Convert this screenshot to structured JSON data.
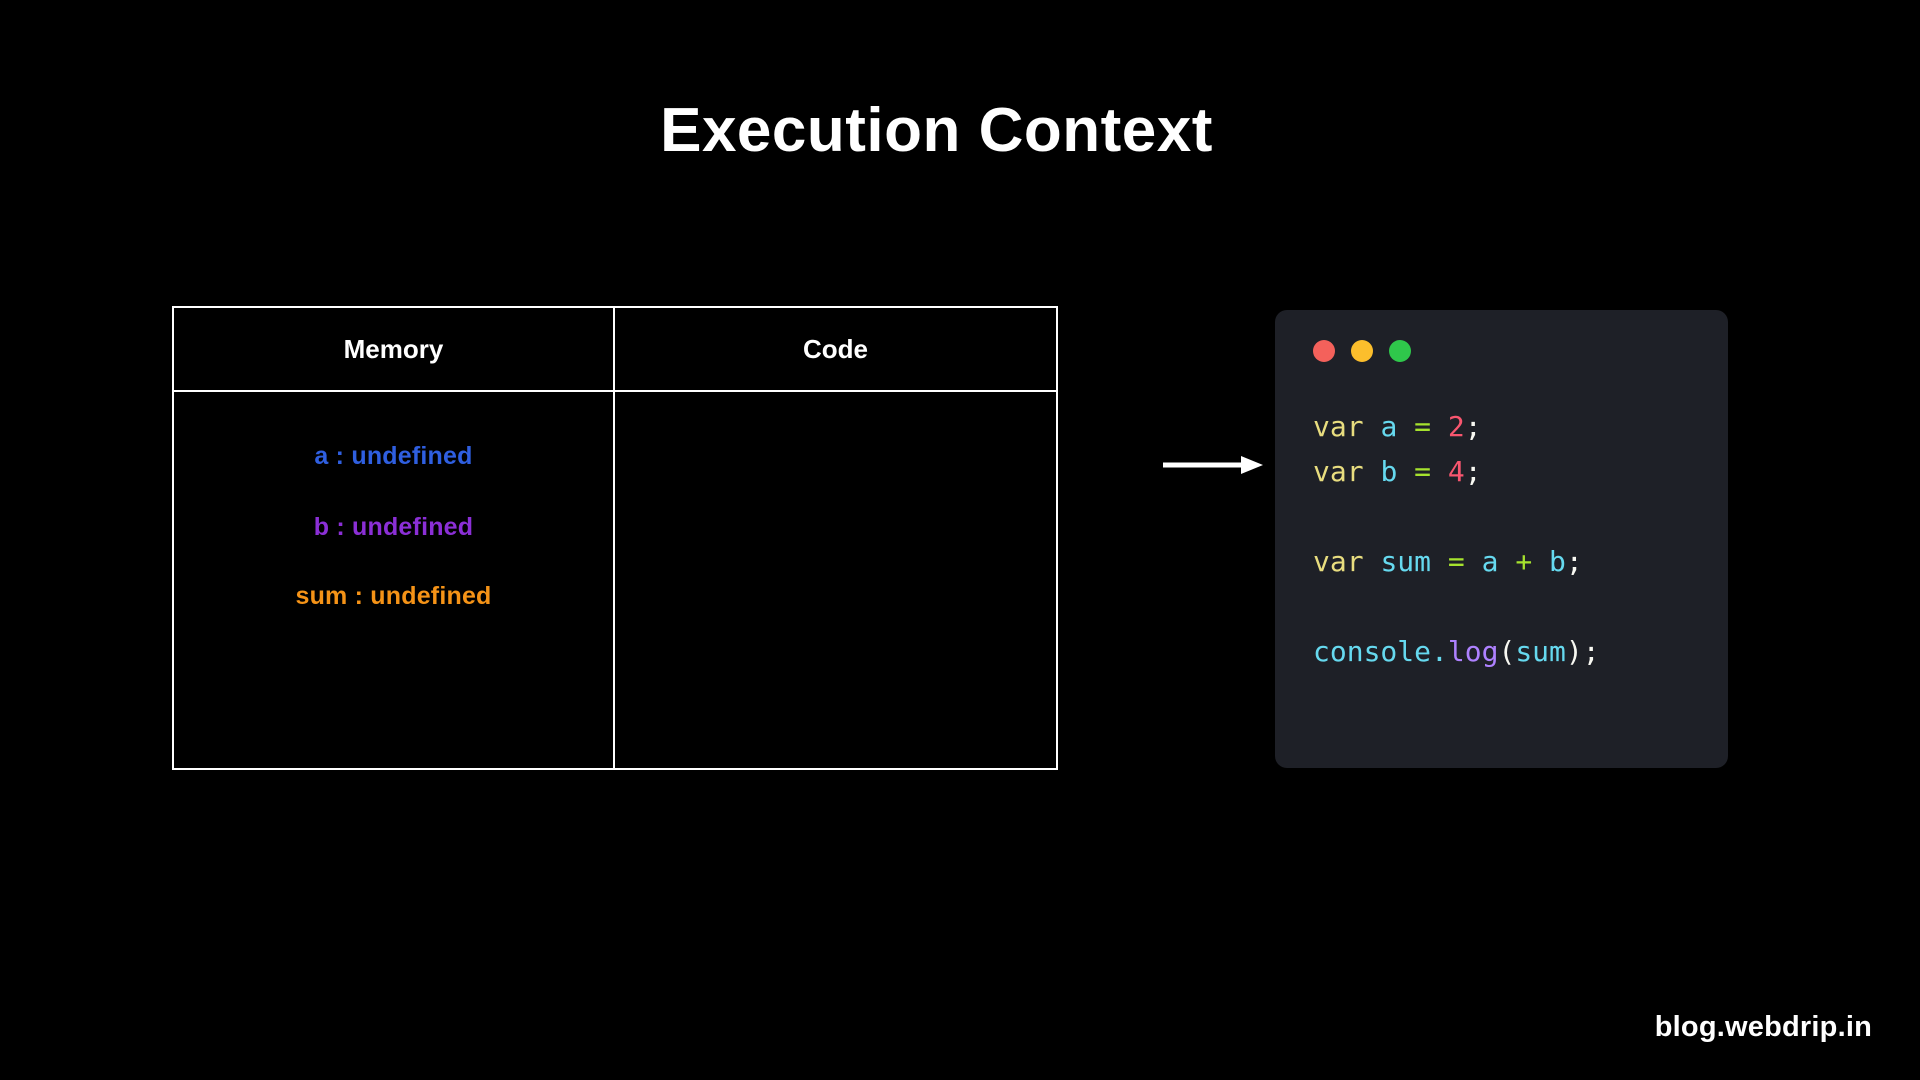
{
  "slide": {
    "title": "Execution Context",
    "background_color": "#000000"
  },
  "execution_context_table": {
    "headers": {
      "memory": "Memory",
      "code": "Code"
    },
    "memory_entries": [
      {
        "name": "a",
        "value": "undefined",
        "text": "a : undefined",
        "color": "#2f5fe0"
      },
      {
        "name": "b",
        "value": "undefined",
        "text": "b : undefined",
        "color": "#8b2fd6"
      },
      {
        "name": "sum",
        "value": "undefined",
        "text": "sum : undefined",
        "color": "#f59317"
      }
    ],
    "code_entries": []
  },
  "flow_arrow": {
    "icon": "arrow-right-icon",
    "direction": "right",
    "color": "#ffffff"
  },
  "code_window": {
    "title_bar": {
      "dots": [
        {
          "name": "close-dot",
          "color": "#f4615b"
        },
        {
          "name": "minimize-dot",
          "color": "#fcbe2c"
        },
        {
          "name": "maximize-dot",
          "color": "#2fc84b"
        }
      ]
    },
    "background_color": "#1e2027",
    "language": "javascript",
    "lines": [
      {
        "index": 0,
        "text": "var a = 2;",
        "tokens": [
          {
            "t": "var",
            "c": "tk-kw"
          },
          {
            "t": " ",
            "c": "tk-punc"
          },
          {
            "t": "a",
            "c": "tk-var"
          },
          {
            "t": " ",
            "c": "tk-punc"
          },
          {
            "t": "=",
            "c": "tk-op"
          },
          {
            "t": " ",
            "c": "tk-punc"
          },
          {
            "t": "2",
            "c": "tk-num"
          },
          {
            "t": ";",
            "c": "tk-punc"
          }
        ]
      },
      {
        "index": 1,
        "text": "var b = 4;",
        "tokens": [
          {
            "t": "var",
            "c": "tk-kw"
          },
          {
            "t": " ",
            "c": "tk-punc"
          },
          {
            "t": "b",
            "c": "tk-var"
          },
          {
            "t": " ",
            "c": "tk-punc"
          },
          {
            "t": "=",
            "c": "tk-op"
          },
          {
            "t": " ",
            "c": "tk-punc"
          },
          {
            "t": "4",
            "c": "tk-num"
          },
          {
            "t": ";",
            "c": "tk-punc"
          }
        ]
      },
      {
        "index": 2,
        "text": "",
        "tokens": []
      },
      {
        "index": 3,
        "text": "var sum = a + b;",
        "tokens": [
          {
            "t": "var",
            "c": "tk-kw"
          },
          {
            "t": " ",
            "c": "tk-punc"
          },
          {
            "t": "sum",
            "c": "tk-var"
          },
          {
            "t": " ",
            "c": "tk-punc"
          },
          {
            "t": "=",
            "c": "tk-op"
          },
          {
            "t": " ",
            "c": "tk-punc"
          },
          {
            "t": "a",
            "c": "tk-var"
          },
          {
            "t": " ",
            "c": "tk-punc"
          },
          {
            "t": "+",
            "c": "tk-op"
          },
          {
            "t": " ",
            "c": "tk-punc"
          },
          {
            "t": "b",
            "c": "tk-var"
          },
          {
            "t": ";",
            "c": "tk-punc"
          }
        ]
      },
      {
        "index": 4,
        "text": "",
        "tokens": []
      },
      {
        "index": 5,
        "text": "console.log(sum);",
        "tokens": [
          {
            "t": "console",
            "c": "tk-var"
          },
          {
            "t": ".",
            "c": "tk-dot"
          },
          {
            "t": "log",
            "c": "tk-fn"
          },
          {
            "t": "(",
            "c": "tk-punc"
          },
          {
            "t": "sum",
            "c": "tk-var"
          },
          {
            "t": ")",
            "c": "tk-punc"
          },
          {
            "t": ";",
            "c": "tk-punc"
          }
        ]
      }
    ]
  },
  "watermark": {
    "text": "blog.webdrip.in"
  }
}
